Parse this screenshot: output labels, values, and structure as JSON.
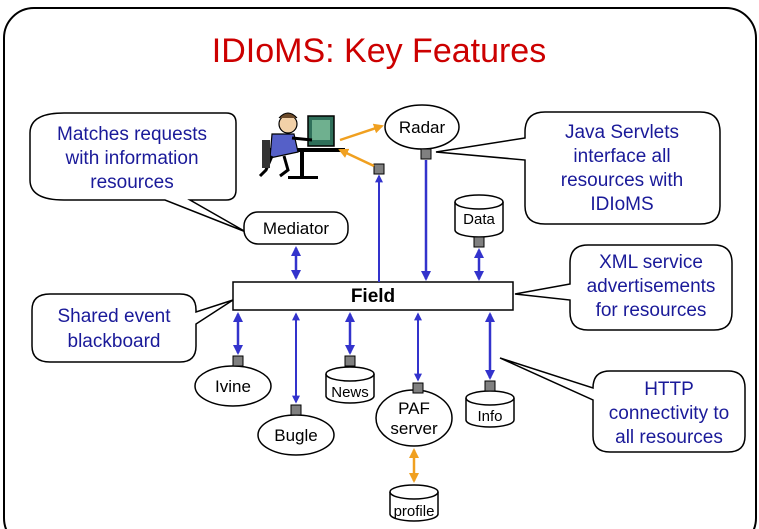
{
  "title": "IDIoMS: Key Features",
  "field_label": "Field",
  "callouts": {
    "mediator_desc": [
      "Matches requests",
      "with information",
      "resources"
    ],
    "blackboard": [
      "Shared event",
      "blackboard"
    ],
    "servlets": [
      "Java Servlets",
      "interface all",
      "resources with",
      "IDIoMS"
    ],
    "xml": [
      "XML service",
      "advertisements",
      "for resources"
    ],
    "http": [
      "HTTP",
      "connectivity to",
      "all resources"
    ]
  },
  "nodes": {
    "radar": "Radar",
    "data": "Data",
    "mediator": "Mediator",
    "ivine": "Ivine",
    "bugle": "Bugle",
    "news": "News",
    "paf": [
      "PAF",
      "server"
    ],
    "info": "Info",
    "profile": "profile"
  },
  "colors": {
    "title": "#cc0000",
    "callout_text": "#1a1a99",
    "blue_arrow": "#3333cc",
    "orange_arrow": "#f0a020",
    "connector": "#808080"
  },
  "icons": {
    "user": "user-at-computer-icon"
  }
}
